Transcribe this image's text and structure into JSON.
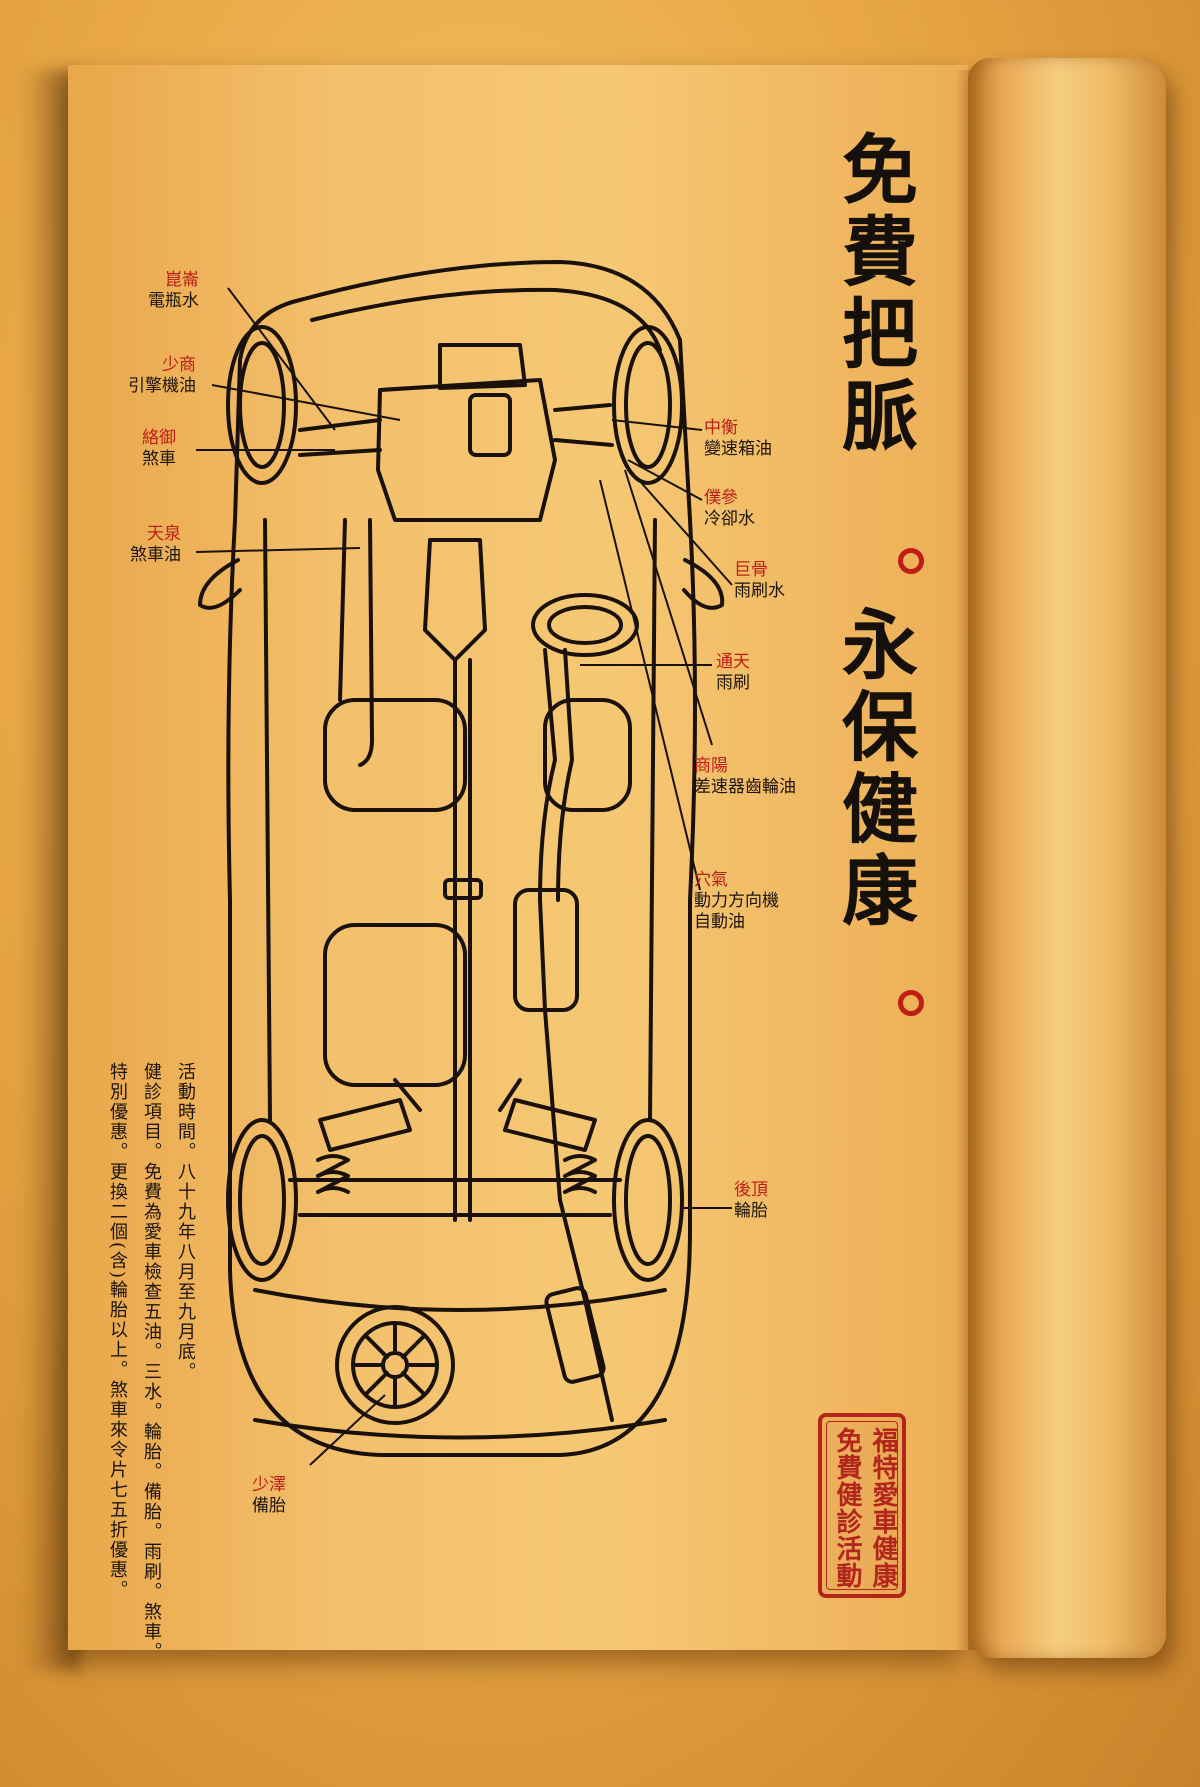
{
  "headline": {
    "col1": "免費把脈",
    "col2": "永保健康"
  },
  "colors": {
    "ink": "#15100a",
    "red": "#c01d16",
    "seal": "#b3261c",
    "paper": "#f3c06c"
  },
  "labels": {
    "kunlun": {
      "red": "崑崙",
      "black": "電瓶水"
    },
    "shaoshang": {
      "red": "少商",
      "black": "引擎機油"
    },
    "luoyu": {
      "red": "絡御",
      "black": "煞車"
    },
    "tianquan": {
      "red": "天泉",
      "black": "煞車油"
    },
    "zhongheng": {
      "red": "中衡",
      "black": "變速箱油"
    },
    "pushen": {
      "red": "僕參",
      "black": "冷卻水"
    },
    "jugu": {
      "red": "巨骨",
      "black": "雨刷水"
    },
    "tongtian": {
      "red": "通天",
      "black": "雨刷"
    },
    "shangyang": {
      "red": "商陽",
      "black": "差速器齒輪油"
    },
    "xueqi": {
      "red": "穴氣",
      "black": "動力方向機",
      "black2": "自動油"
    },
    "houding": {
      "red": "後頂",
      "black": "輪胎"
    },
    "shaoze": {
      "red": "少澤",
      "black": "備胎"
    }
  },
  "info": {
    "col1": "活動時間。八十九年八月至九月底。",
    "col2": "健診項目。免費為愛車檢查五油。三水。輪胎。備胎。雨刷。煞車。",
    "col3": "特別優惠。更換二個(含)輪胎以上。煞車來令片七五折優惠。"
  },
  "seal": {
    "col1": "福特愛車健康",
    "col2": "免費健診活動"
  }
}
